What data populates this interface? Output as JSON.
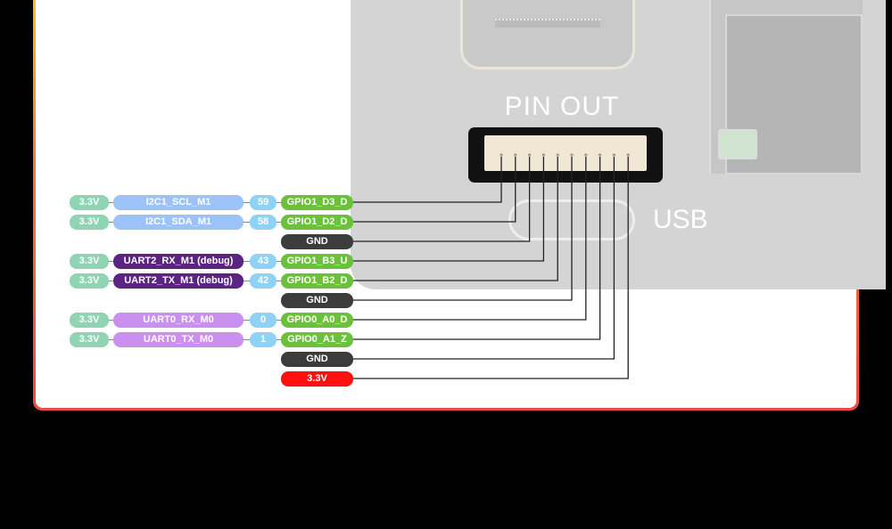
{
  "header": {
    "title": "PIN OUT",
    "usb_label": "USB"
  },
  "colors": {
    "voltage": "#8fd5b3",
    "i2c": "#9cc3f7",
    "uart2": "#5c2482",
    "uart0": "#c990f0",
    "num": "#8ed3f5",
    "gpio": "#6cc13c",
    "gnd": "#3c3c3c",
    "power": "#ff1010"
  },
  "pins": [
    {
      "voltage": "3.3V",
      "func": "I2C1_SCL_M1",
      "func_type": "i2c",
      "num": "59",
      "name": "GPIO1_D3_D",
      "type": "gpio"
    },
    {
      "voltage": "3.3V",
      "func": "I2C1_SDA_M1",
      "func_type": "i2c",
      "num": "58",
      "name": "GPIO1_D2_D",
      "type": "gpio"
    },
    {
      "name": "GND",
      "type": "gnd"
    },
    {
      "voltage": "3.3V",
      "func": "UART2_RX_M1 (debug)",
      "func_type": "uart2",
      "num": "43",
      "name": "GPIO1_B3_U",
      "type": "gpio"
    },
    {
      "voltage": "3.3V",
      "func": "UART2_TX_M1 (debug)",
      "func_type": "uart2",
      "num": "42",
      "name": "GPIO1_B2_D",
      "type": "gpio"
    },
    {
      "name": "GND",
      "type": "gnd"
    },
    {
      "voltage": "3.3V",
      "func": "UART0_RX_M0",
      "func_type": "uart0",
      "num": "0",
      "name": "GPIO0_A0_D",
      "type": "gpio"
    },
    {
      "voltage": "3.3V",
      "func": "UART0_TX_M0",
      "func_type": "uart0",
      "num": "1",
      "name": "GPIO0_A1_Z",
      "type": "gpio"
    },
    {
      "name": "GND",
      "type": "gnd"
    },
    {
      "name": "3.3V",
      "type": "power"
    }
  ]
}
